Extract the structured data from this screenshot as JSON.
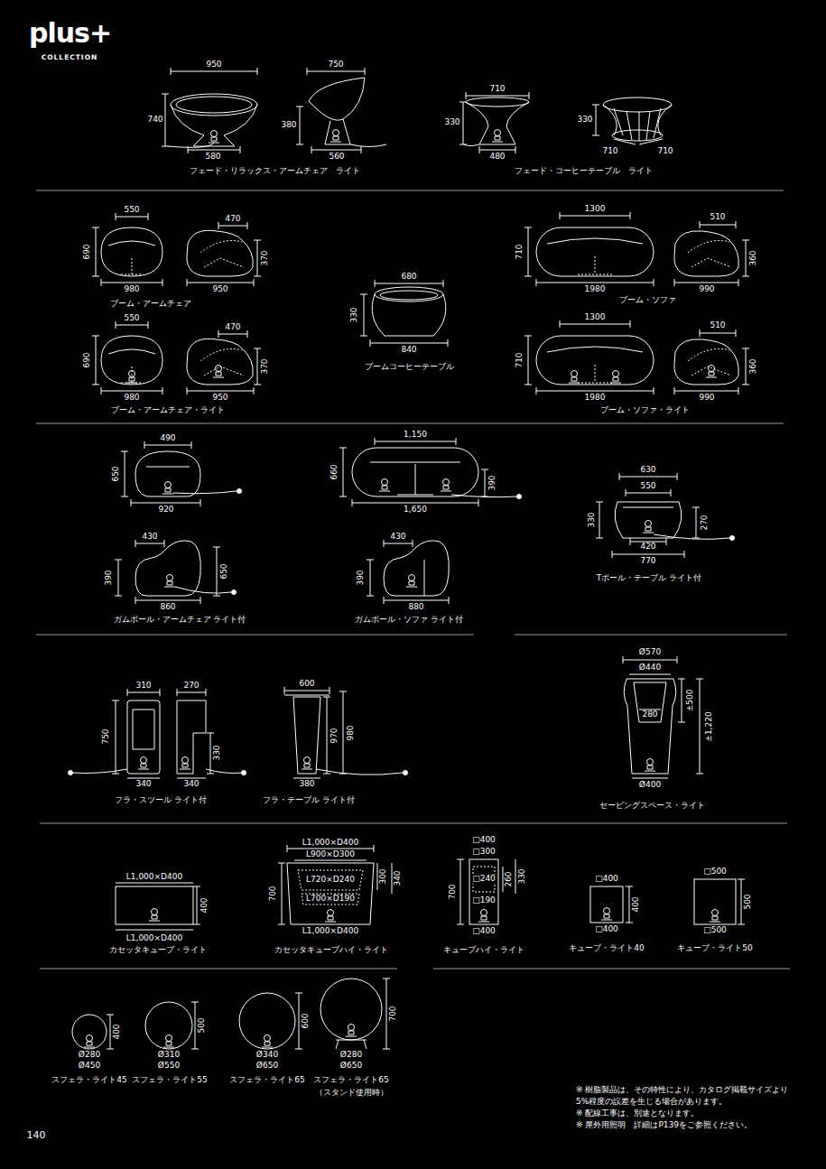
{
  "diagram": {
    "title": "plus+",
    "labels": [
      "COLLECTION",
      "950",
      "740",
      "580",
      "750",
      "380",
      "560",
      "フェード・リラックス・アームチェア　ライト",
      "710",
      "330",
      "480",
      "330",
      "710",
      "710",
      "フェード・コーヒーテーブル　ライト",
      "550",
      "690",
      "980",
      "470",
      "370",
      "950",
      "ブーム・アームチェア",
      "550",
      "690",
      "980",
      "470",
      "370",
      "950",
      "ブーム・アームチェア・ライト",
      "680",
      "330",
      "840",
      "ブームコーヒーテーブル",
      "1300",
      "710",
      "1980",
      "510",
      "360",
      "990",
      "ブーム・ソファ",
      "1300",
      "710",
      "1980",
      "510",
      "360",
      "990",
      "ブーム・ソファ・ライト",
      "490",
      "650",
      "920",
      "430",
      "390",
      "650",
      "860",
      "ガムボール・アームチェア ライト付",
      "1,150",
      "660",
      "390",
      "1,650",
      "430",
      "390",
      "880",
      "ガムボール・ソファ ライト付",
      "630",
      "550",
      "330",
      "270",
      "420",
      "770",
      "Tボール・テーブル ライト付",
      "310",
      "270",
      "750",
      "330",
      "340",
      "340",
      "フラ・スツール ライト付",
      "600",
      "970",
      "980",
      "380",
      "フラ・テーブル ライト付",
      "Ø570",
      "Ø440",
      "±500",
      "280",
      "±1,220",
      "Ø400",
      "セービングスペース・ライト",
      "L1,000×D400",
      "400",
      "L1,000×D400",
      "カセッタキューブ・ライト",
      "L1,000×D400",
      "L900×D300",
      "L720×D240",
      "300",
      "340",
      "700",
      "L700×D190",
      "L1,000×D400",
      "カセッタキューブハイ・ライト",
      "□400",
      "□300",
      "□240",
      "260",
      "330",
      "700",
      "□190",
      "□400",
      "キューブハイ・ライト",
      "□400",
      "400",
      "□400",
      "キューブ・ライト40",
      "□500",
      "500",
      "□500",
      "キューブ・ライト50",
      "400",
      "Ø280",
      "Ø450",
      "スフェラ・ライト45",
      "500",
      "Ø310",
      "Ø550",
      "スフェラ・ライト55",
      "600",
      "Ø340",
      "Ø650",
      "スフェラ・ライト65",
      "700",
      "Ø280",
      "Ø650",
      "スフェラ・ライト65",
      "（スタンド使用時）",
      "※ 樹脂製品は、その特性により、カタログ掲載サイズより 5%程度の誤差を生じる場合があります。",
      "※ 配線工事は、別途となります。",
      "※ 屋外用照明　詳細はP139をご参照ください。",
      "140"
    ]
  }
}
